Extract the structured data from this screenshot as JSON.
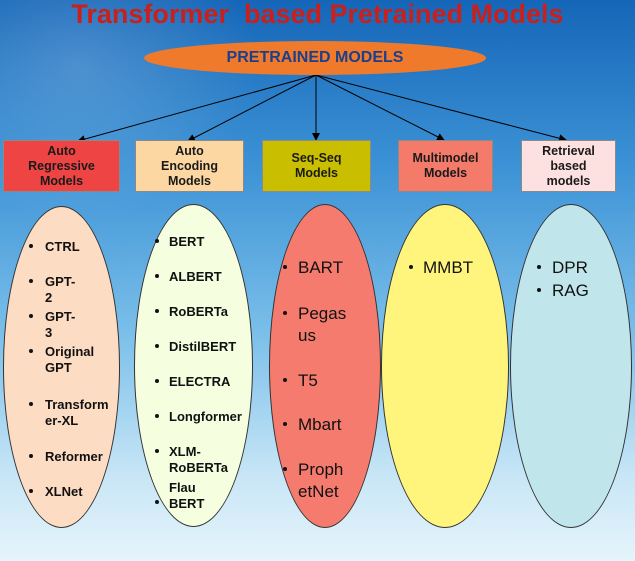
{
  "title": "Transformer  based Pretrained Models",
  "root": "PRETRAINED MODELS",
  "categories": [
    {
      "label": "Auto\nRegressive\nModels",
      "items": [
        "CTRL",
        "GPT-2",
        "GPT-3",
        "Original\nGPT",
        "Transform\ner-XL",
        "Reformer",
        "XLNet"
      ],
      "box_color": "#ef4444",
      "oval_color": "#fddcc4"
    },
    {
      "label": "Auto\nEncoding\nModels",
      "items": [
        "BERT",
        "ALBERT",
        "RoBERTa",
        "DistilBERT",
        "ELECTRA",
        "Longformer",
        "XLM-\nRoBERTa",
        "Flau\nBERT"
      ],
      "box_color": "#fcd7a2",
      "oval_color": "#f5ffe0"
    },
    {
      "label": "Seq-Seq\nModels",
      "items": [
        "BART",
        "Pegas\nus",
        "T5",
        "Mbart",
        "Proph\netNet"
      ],
      "box_color": "#c9bf00",
      "oval_color": "#f47b6d"
    },
    {
      "label": "Multimodel\nModels",
      "items": [
        "MMBT"
      ],
      "box_color": "#f47b6a",
      "oval_color": "#fff57c"
    },
    {
      "label": "Retrieval\nbased\nmodels",
      "items": [
        "DPR",
        "RAG"
      ],
      "box_color": "#fde0e0",
      "oval_color": "#c0e6ec"
    }
  ]
}
